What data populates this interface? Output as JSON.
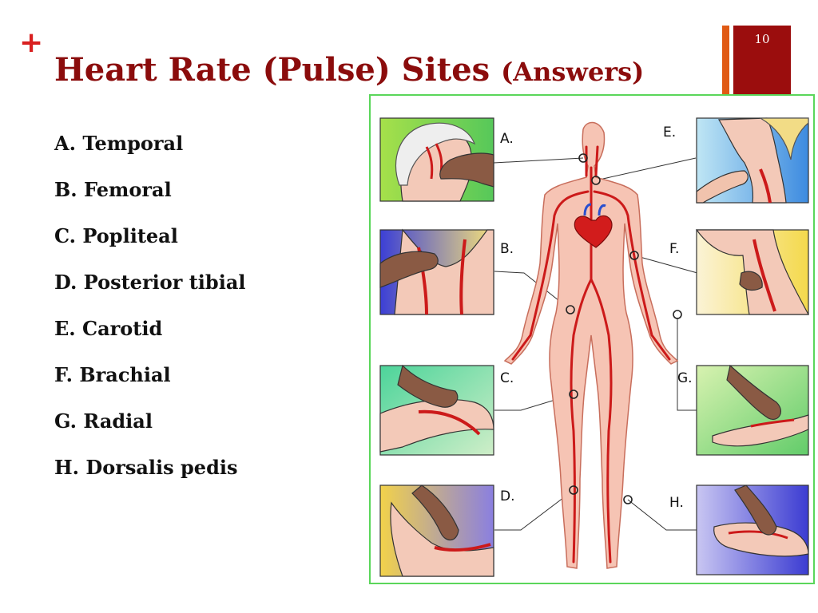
{
  "slide": {
    "plus": "+",
    "title": "Heart Rate (Pulse) Sites",
    "title_suffix": "(Answers)",
    "page_number": "10"
  },
  "answers": [
    "A. Temporal",
    "B. Femoral",
    "C. Popliteal",
    "D. Posterior tibial",
    "E. Carotid",
    "F. Brachial",
    "G. Radial",
    "H. Dorsalis pedis"
  ],
  "figure": {
    "labels": [
      "A.",
      "B.",
      "C.",
      "D.",
      "E.",
      "F.",
      "G.",
      "H."
    ]
  },
  "colors": {
    "title": "#8b0c0c",
    "plus": "#d92020",
    "accent_orange": "#e05a14",
    "accent_red": "#9b0d0d",
    "frame_border": "#5ad65a",
    "artery": "#cc1a1a",
    "skin": "#f6c4b4"
  }
}
